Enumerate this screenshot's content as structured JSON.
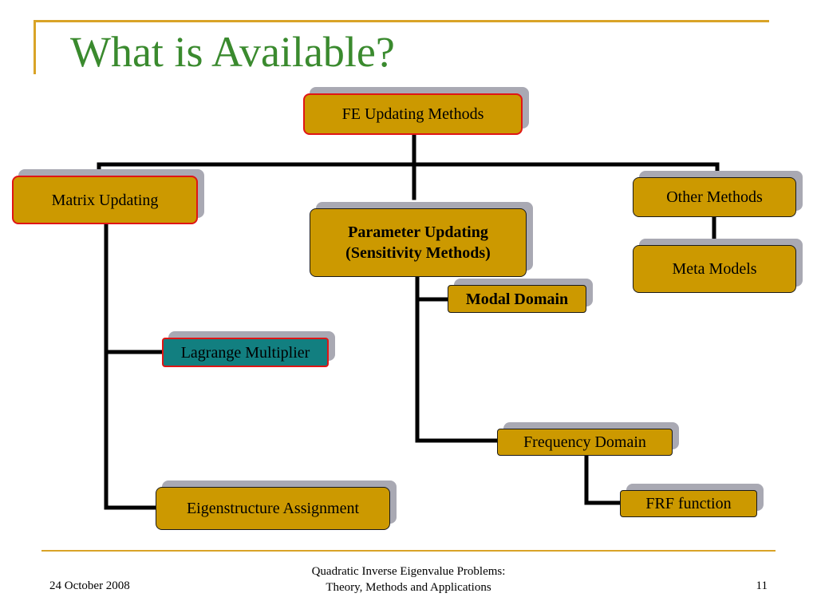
{
  "slide": {
    "title": "What is Available?",
    "nodes": {
      "fe_updating": "FE Updating Methods",
      "matrix_updating": "Matrix Updating",
      "parameter_updating_l1": "Parameter Updating",
      "parameter_updating_l2": "(Sensitivity Methods)",
      "other_methods": "Other Methods",
      "meta_models": "Meta Models",
      "modal_domain": "Modal Domain",
      "lagrange_multiplier": "Lagrange Multiplier",
      "frequency_domain": "Frequency Domain",
      "eigenstructure_assignment": "Eigenstructure Assignment",
      "frf_function": "FRF function"
    }
  },
  "footer": {
    "date": "24 October 2008",
    "title_line1": "Quadratic Inverse Eigenvalue Problems:",
    "title_line2": "Theory, Methods and Applications",
    "page_number": "11"
  },
  "colors": {
    "title": "#3a8a2e",
    "accent_line": "#d9a327",
    "box_fill": "#cc9900",
    "box_highlight_border": "#e01515",
    "lagrange_fill": "#127f80",
    "shadow": "#a9a9b3"
  }
}
